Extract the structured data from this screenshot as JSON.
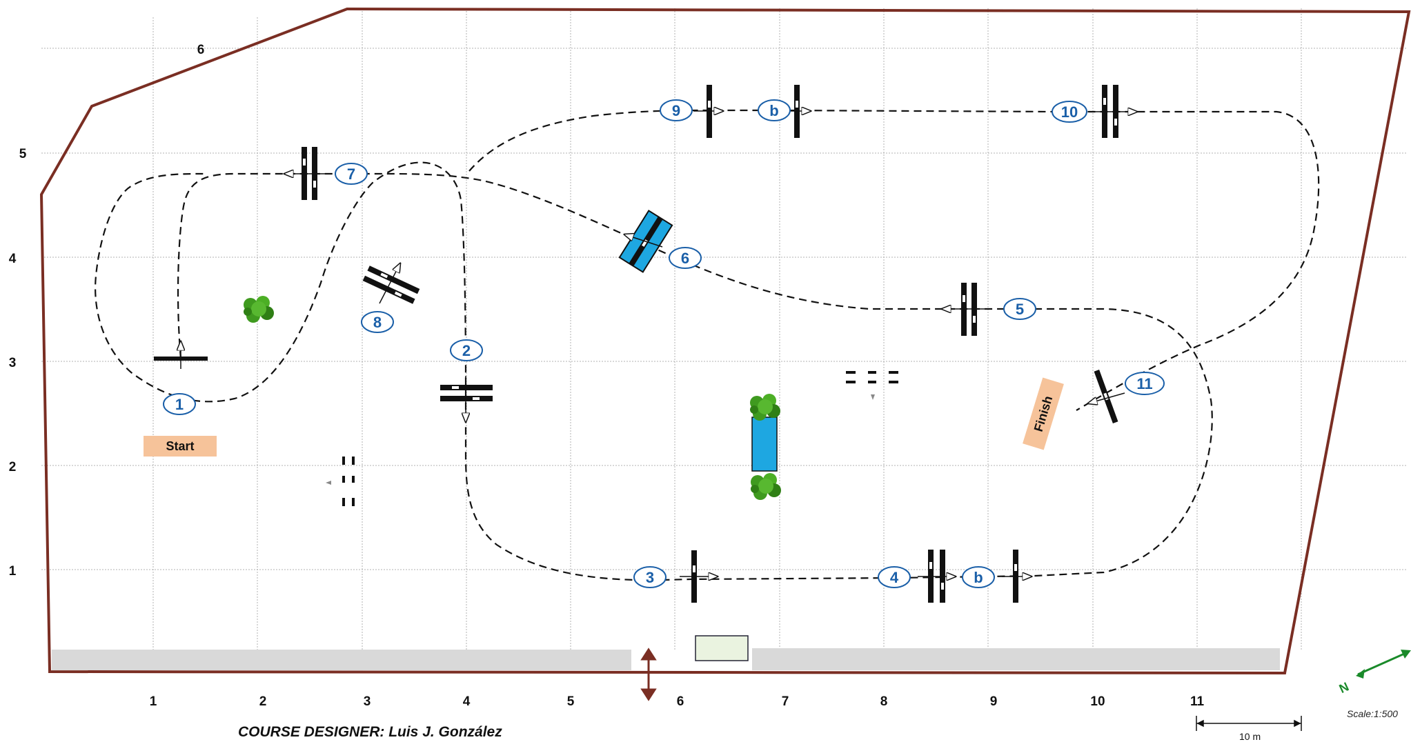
{
  "course": {
    "designer": "COURSE DESIGNER: Luis J. González",
    "scale": "Scale:1:500",
    "scale_bar": "10 m",
    "start_label": "Start",
    "finish_label": "Finish",
    "north_label": "N"
  },
  "grid": {
    "x_labels": [
      "1",
      "2",
      "3",
      "4",
      "5",
      "6",
      "7",
      "8",
      "9",
      "10",
      "11"
    ],
    "y_labels": [
      "1",
      "2",
      "3",
      "4",
      "5",
      "6"
    ]
  },
  "obstacles": [
    {
      "name": "obstacle-1",
      "label": "1"
    },
    {
      "name": "obstacle-2",
      "label": "2"
    },
    {
      "name": "obstacle-3",
      "label": "3"
    },
    {
      "name": "obstacle-4a",
      "label": "4"
    },
    {
      "name": "obstacle-4b",
      "label": "b"
    },
    {
      "name": "obstacle-5",
      "label": "5"
    },
    {
      "name": "obstacle-6",
      "label": "6"
    },
    {
      "name": "obstacle-7",
      "label": "7"
    },
    {
      "name": "obstacle-8",
      "label": "8"
    },
    {
      "name": "obstacle-9a",
      "label": "9"
    },
    {
      "name": "obstacle-9b",
      "label": "b"
    },
    {
      "name": "obstacle-10",
      "label": "10"
    },
    {
      "name": "obstacle-11",
      "label": "11"
    }
  ],
  "colors": {
    "arena_border": "#7a2e23",
    "grid": "#b0b0b0",
    "number_blue": "#1a5fa8",
    "water_blue": "#1ea7e1",
    "start_finish_fill": "#f6c39a",
    "tree_green": "#3f9a1f",
    "north_arrow": "#1a8a2a"
  }
}
